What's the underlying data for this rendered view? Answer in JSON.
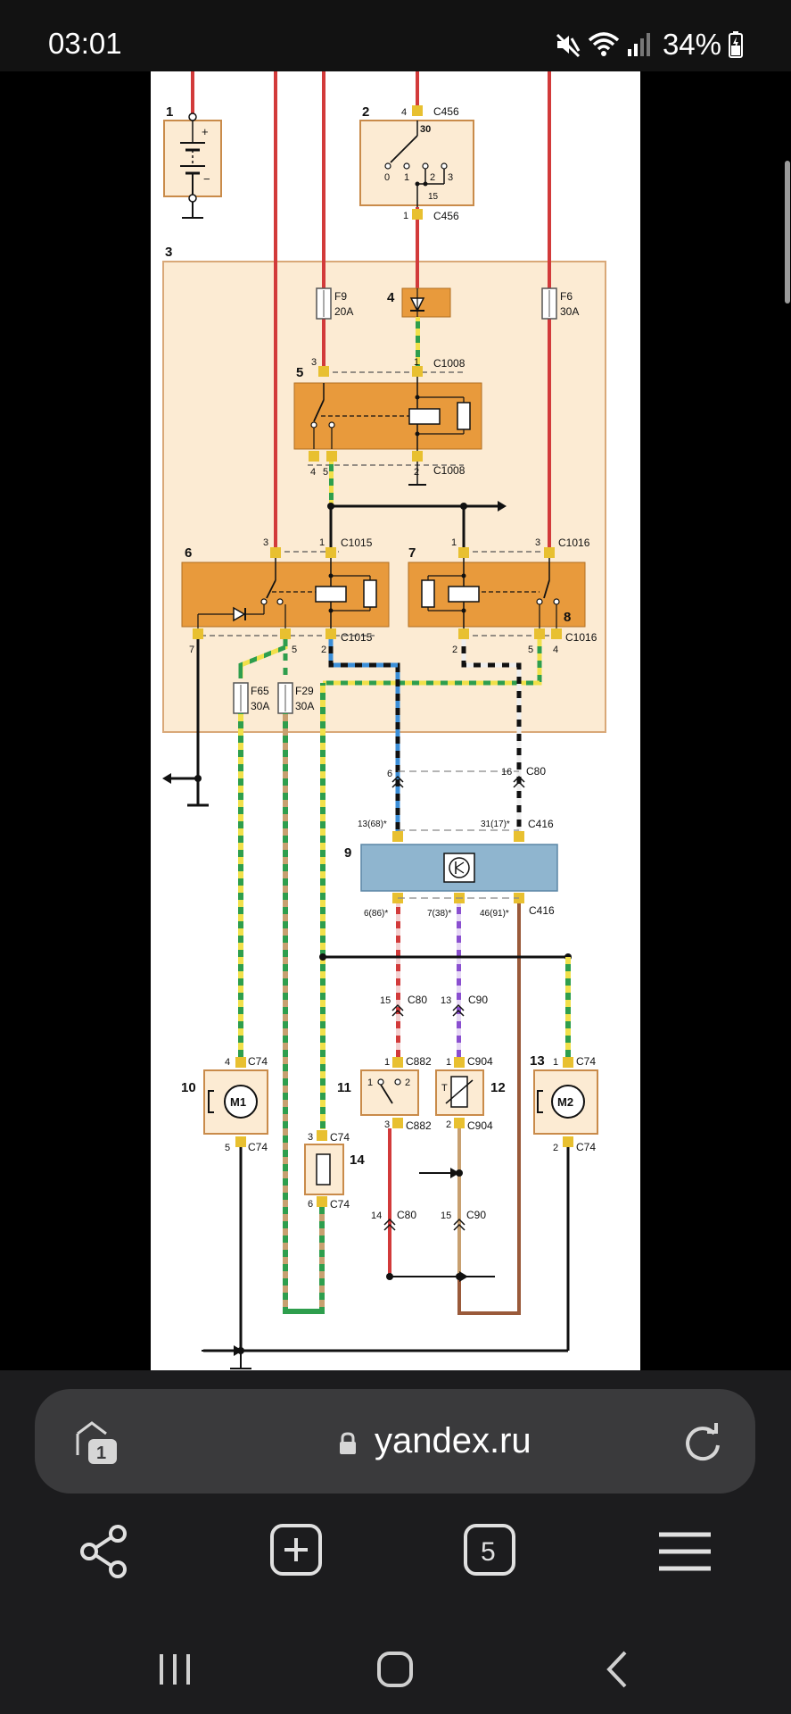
{
  "status_bar": {
    "time": "03:01",
    "battery_text": "34%",
    "icons": [
      "mute-icon",
      "wifi-icon",
      "signal-icon",
      "battery-charging-icon"
    ]
  },
  "diagram": {
    "component_numbers": {
      "n1": "1",
      "n2": "2",
      "n3": "3",
      "n4": "4",
      "n5": "5",
      "n6": "6",
      "n7": "7",
      "n8": "8",
      "n9": "9",
      "n10": "10",
      "n11": "11",
      "n12": "12",
      "n13": "13",
      "n14": "14"
    },
    "connectors": {
      "c456_top": "C456",
      "c456_bottom": "C456",
      "c1008_top": "C1008",
      "c1008_bottom": "C1008",
      "c1015_top": "C1015",
      "c1015_bottom": "C1015",
      "c1016_top": "C1016",
      "c1016_bottom": "C1016",
      "c80_upper": "C80",
      "c416_upper": "C416",
      "c416_lower": "C416",
      "c80_mid": "C80",
      "c90_mid": "C90",
      "c74_m1_top": "C74",
      "c74_m1_bottom": "C74",
      "c882_top": "C882",
      "c882_bottom": "C882",
      "c904_top": "C904",
      "c904_bottom": "C904",
      "c74_m2_top": "C74",
      "c74_m2_bottom": "C74",
      "c74_res_top": "C74",
      "c74_res_bottom": "C74",
      "c80_low": "C80",
      "c90_low": "C90"
    },
    "fuses": {
      "f9_name": "F9",
      "f9_rating": "20A",
      "f6_name": "F6",
      "f6_rating": "30A",
      "f65_name": "F65",
      "f65_rating": "30A",
      "f29_name": "F29",
      "f29_rating": "30A"
    },
    "pins": {
      "c456_4": "4",
      "ign_30": "30",
      "ign_0": "0",
      "ign_1": "1",
      "ign_2": "2",
      "ign_3": "3",
      "ign_15": "15",
      "c456_1": "1",
      "c1008_3": "3",
      "c1008_1": "1",
      "c1008_4": "4",
      "c1008_5": "5",
      "c1008_2": "2",
      "c1015_3": "3",
      "c1015_1": "1",
      "c1015_7": "7",
      "c1015_5": "5",
      "c1015_2": "2",
      "c1016_1": "1",
      "c1016_3": "3",
      "c1016_2": "2",
      "c1016_5": "5",
      "c1016_4": "4",
      "c80_6": "6",
      "c80_16": "16",
      "c416_13": "13(68)*",
      "c416_31": "31(17)*",
      "c416_6": "6(86)*",
      "c416_7": "7(38)*",
      "c416_46": "46(91)*",
      "c80_15": "15",
      "c90_13": "13",
      "m1_4": "4",
      "m1_5": "5",
      "sw11_1": "1",
      "sw11_3": "3",
      "sw11_p1": "1",
      "sw11_p2": "2",
      "t12_1": "1",
      "t12_2": "2",
      "m2_1": "1",
      "m2_2": "2",
      "r14_3": "3",
      "r14_6": "6",
      "c80_14": "14",
      "c90_15": "15"
    },
    "symbols": {
      "motor1": "M1",
      "motor2": "M2",
      "thermistor": "T",
      "battery_plus": "+",
      "battery_minus": "−"
    },
    "colors": {
      "red_wire": "#d23a3a",
      "green_wire": "#2e9e4d",
      "yellow_stripe": "#f1e04a",
      "black_wire": "#111111",
      "blue_wire": "#3c8fd8",
      "brown_wire": "#9a5a3a",
      "purple_wire": "#8a4fd0",
      "tan_wire": "#c8a070",
      "panel": "#fcebd3",
      "relay": "#e89a3c",
      "module": "#8fb5cf",
      "connector": "#e8c030"
    }
  },
  "browser": {
    "url": "yandex.ru",
    "tab_group_count": "1",
    "tabs_count": "5",
    "icons": [
      "tab-group-icon",
      "lock-icon",
      "reload-icon",
      "share-icon",
      "new-tab-icon",
      "tabs-icon",
      "menu-icon"
    ]
  },
  "nav_bar": {
    "icons": [
      "recent-apps-icon",
      "home-icon",
      "back-icon"
    ]
  }
}
